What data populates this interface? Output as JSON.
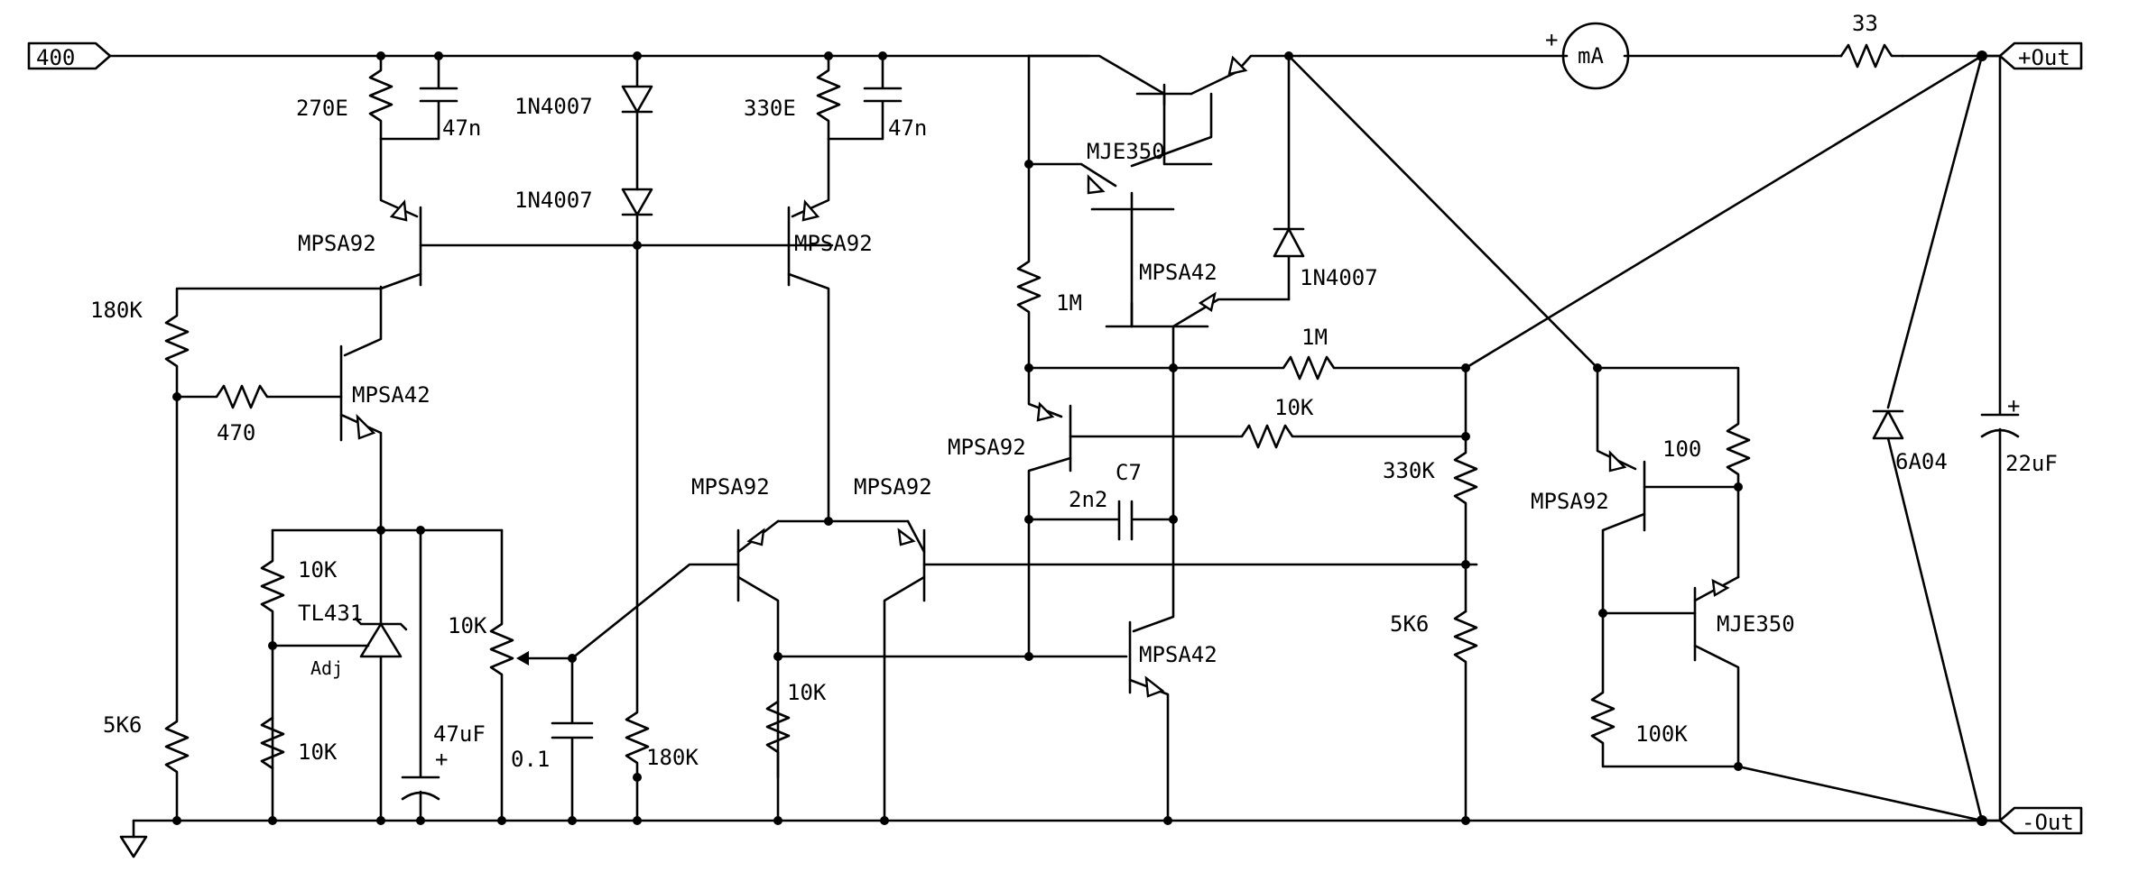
{
  "ports": {
    "input": "400",
    "plus_out": "+Out",
    "minus_out": "-Out"
  },
  "meter": {
    "label": "mA",
    "polarity": "+"
  },
  "labels": {
    "r_270e": "270E",
    "c_47n_1": "47n",
    "d_1n4007_a": "1N4007",
    "d_1n4007_b": "1N4007",
    "r_330e": "330E",
    "c_47n_2": "47n",
    "q_mpsa92_top_left": "MPSA92",
    "q_mpsa92_top_mid": "MPSA92",
    "r_180k_left": "180K",
    "r_470": "470",
    "q_mpsa42_left": "MPSA42",
    "r_10k_tl_top": "10K",
    "u_tl431": "TL431",
    "adj": "Adj",
    "r_10k_tl_bot": "10K",
    "r_5k6_left": "5K6",
    "c_47uf": "47uF",
    "pot_10k": "10K",
    "c_0_1": "0.1",
    "r_180k_mid": "180K",
    "q_mpsa92_pair_l": "MPSA92",
    "q_mpsa92_pair_r": "MPSA92",
    "r_10k_tail": "10K",
    "q_mje350_top": "MJE350",
    "q_mpsa42_pass": "MPSA42",
    "d_1n4007_c": "1N4007",
    "r_1m_vert": "1M",
    "r_1m_horiz": "1M",
    "q_mpsa92_mid": "MPSA92",
    "r_10k_mid": "10K",
    "c7": "C7",
    "c_2n2": "2n2",
    "q_mpsa42_bot": "MPSA42",
    "r_330k": "330K",
    "r_5k6_right": "5K6",
    "r_33": "33",
    "r_100": "100",
    "q_mpsa92_right": "MPSA92",
    "q_mje350_right": "MJE350",
    "r_100k": "100K",
    "d_6a04": "6A04",
    "c_22uf": "22uF",
    "plus_mark": "+"
  }
}
